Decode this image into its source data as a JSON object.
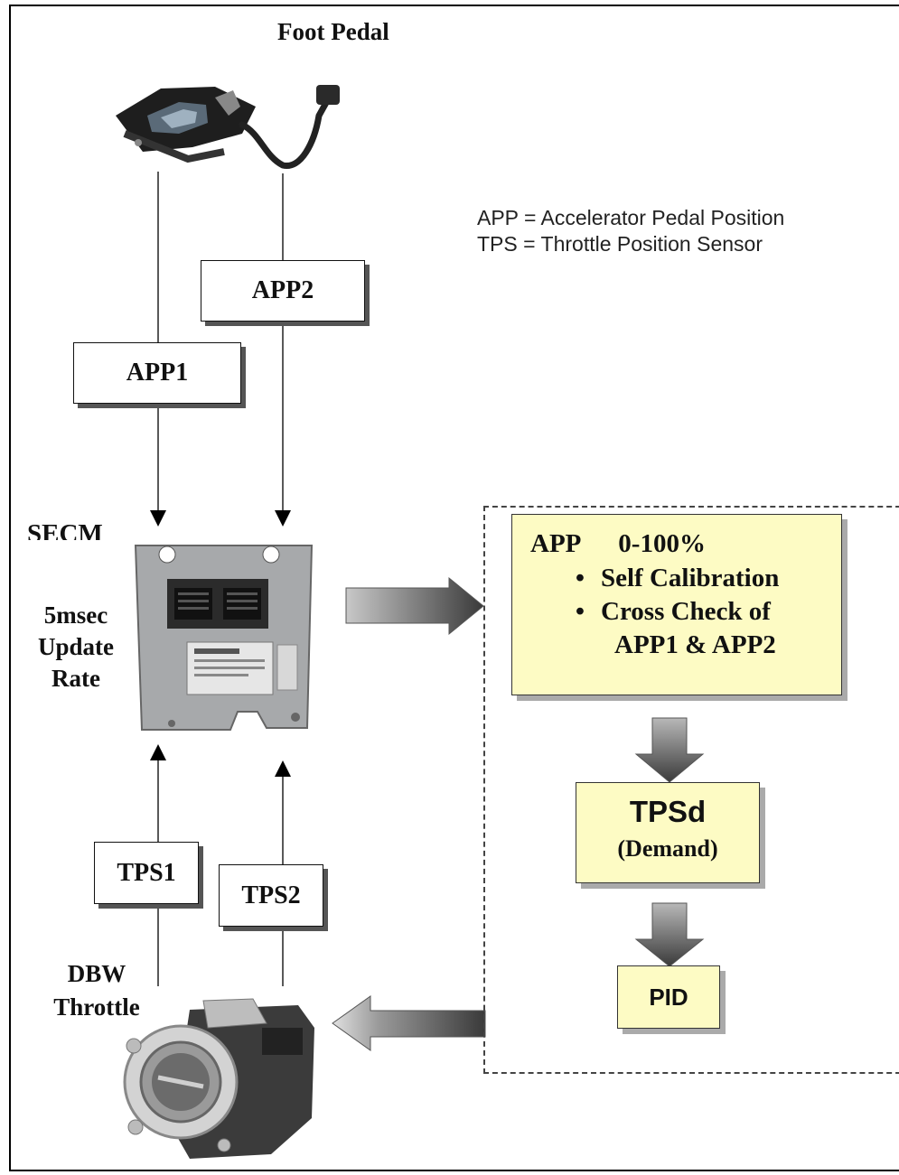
{
  "title": "Foot Pedal",
  "legend": [
    "APP = Accelerator Pedal Position",
    "TPS = Throttle Position Sensor"
  ],
  "signal_boxes": {
    "app1": "APP1",
    "app2": "APP2",
    "tps1": "TPS1",
    "tps2": "TPS2"
  },
  "secm": {
    "label": "SECM",
    "update_rate_lines": [
      "5msec",
      "Update",
      "Rate"
    ]
  },
  "throttle": {
    "label_lines": [
      "DBW",
      "Throttle"
    ]
  },
  "app_box": {
    "heading": "APP",
    "range": "0-100%",
    "bullets": [
      "Self Calibration",
      "Cross Check of"
    ],
    "continuation": "APP1 & APP2"
  },
  "tpsd_box": {
    "title": "TPSd",
    "subtitle": "(Demand)"
  },
  "pid_box": {
    "label": "PID"
  }
}
